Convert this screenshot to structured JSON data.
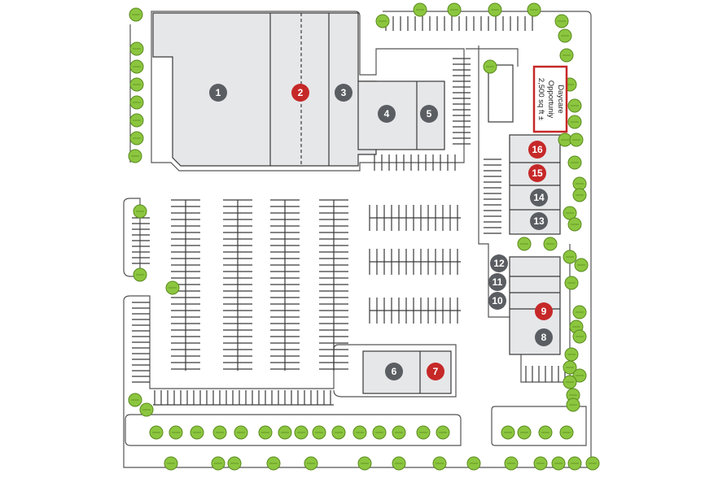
{
  "colors": {
    "background": "#ffffff",
    "building_fill": "#e6e7e9",
    "building_stroke": "#3a3a3a",
    "marker_available": "#c62828",
    "marker_leased": "#5a5d61",
    "tree_fill": "#8cc63f",
    "tree_stroke": "#5a8a1f",
    "callout_border": "#c62828"
  },
  "units": [
    {
      "id": "1",
      "status": "leased"
    },
    {
      "id": "2",
      "status": "available"
    },
    {
      "id": "3",
      "status": "leased"
    },
    {
      "id": "4",
      "status": "leased"
    },
    {
      "id": "5",
      "status": "leased"
    },
    {
      "id": "6",
      "status": "leased"
    },
    {
      "id": "7",
      "status": "available"
    },
    {
      "id": "8",
      "status": "leased"
    },
    {
      "id": "9",
      "status": "available"
    },
    {
      "id": "10",
      "status": "leased"
    },
    {
      "id": "11",
      "status": "leased"
    },
    {
      "id": "12",
      "status": "leased"
    },
    {
      "id": "13",
      "status": "leased"
    },
    {
      "id": "14",
      "status": "leased"
    },
    {
      "id": "15",
      "status": "available"
    },
    {
      "id": "16",
      "status": "available"
    }
  ],
  "callout": {
    "line1": "Daycare",
    "line2": "Opportuniy",
    "line3": "2,500 sq ft ±"
  }
}
